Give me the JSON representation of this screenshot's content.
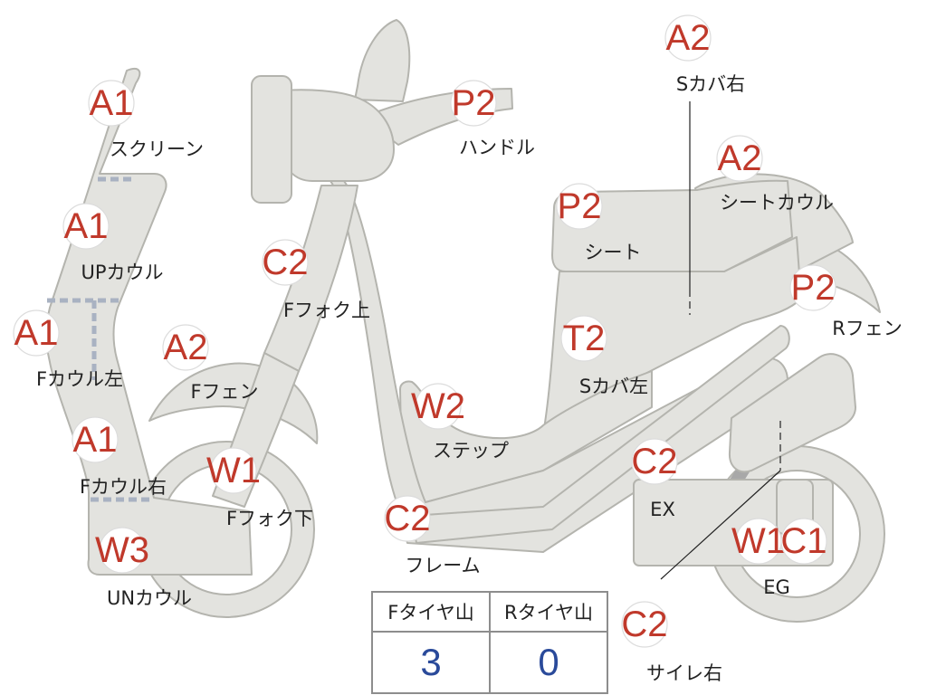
{
  "parts": [
    {
      "key": "screen",
      "grade": "A1",
      "label": "スクリーン"
    },
    {
      "key": "up-cowl",
      "grade": "A1",
      "label": "UPカウル"
    },
    {
      "key": "f-cowl-left",
      "grade": "A1",
      "label": "Fカウル左"
    },
    {
      "key": "f-cowl-right",
      "grade": "A1",
      "label": "Fカウル右"
    },
    {
      "key": "un-cowl",
      "grade": "W3",
      "label": "UNカウル"
    },
    {
      "key": "f-fender",
      "grade": "A2",
      "label": "Fフェン"
    },
    {
      "key": "f-fork-upper",
      "grade": "C2",
      "label": "Fフォク上"
    },
    {
      "key": "f-fork-lower",
      "grade": "W1",
      "label": "Fフォク下"
    },
    {
      "key": "handle",
      "grade": "P2",
      "label": "ハンドル"
    },
    {
      "key": "s-cover-right",
      "grade": "A2",
      "label": "Sカバ右"
    },
    {
      "key": "seat-cowl",
      "grade": "A2",
      "label": "シートカウル"
    },
    {
      "key": "seat",
      "grade": "P2",
      "label": "シート"
    },
    {
      "key": "r-fender",
      "grade": "P2",
      "label": "Rフェン"
    },
    {
      "key": "s-cover-left",
      "grade": "T2",
      "label": "Sカバ左"
    },
    {
      "key": "step",
      "grade": "W2",
      "label": "ステップ"
    },
    {
      "key": "frame",
      "grade": "C2",
      "label": "フレーム"
    },
    {
      "key": "exhaust",
      "grade": "C2",
      "label": "EX"
    },
    {
      "key": "engine",
      "grade": "W1",
      "label": "EG"
    },
    {
      "key": "engine-extra",
      "grade": "C1",
      "label": ""
    },
    {
      "key": "muffler-right",
      "grade": "C2",
      "label": "サイレ右"
    }
  ],
  "tire_table": {
    "headers": [
      "Fタイヤ山",
      "Rタイヤ山"
    ],
    "values": [
      "3",
      "0"
    ]
  },
  "colors": {
    "part_fill": "#e3e3df",
    "part_stroke": "#b4b4ae",
    "grade_text": "#c0392b",
    "tire_value": "#2a4a9a"
  }
}
